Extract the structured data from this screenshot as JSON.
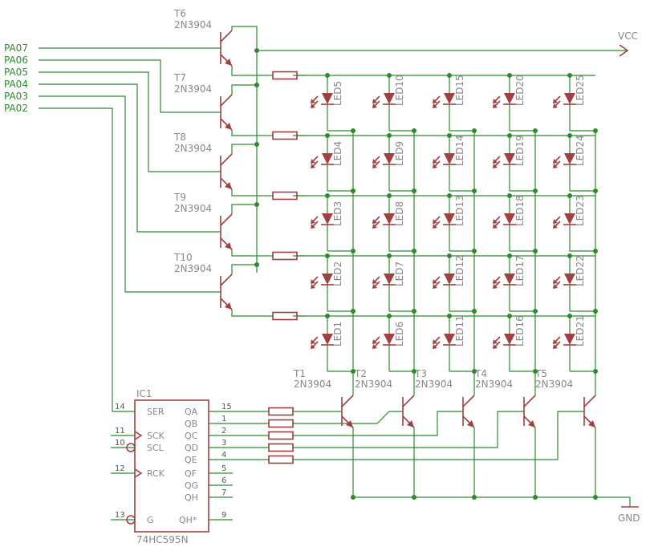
{
  "inputs": [
    "PA07",
    "PA06",
    "PA05",
    "PA04",
    "PA03",
    "PA02"
  ],
  "vcc_label": "VCC",
  "gnd_label": "GND",
  "row_transistors": [
    {
      "name": "T6",
      "type": "2N3904"
    },
    {
      "name": "T7",
      "type": "2N3904"
    },
    {
      "name": "T8",
      "type": "2N3904"
    },
    {
      "name": "T9",
      "type": "2N3904"
    },
    {
      "name": "T10",
      "type": "2N3904"
    }
  ],
  "col_transistors": [
    {
      "name": "T1",
      "type": "2N3904"
    },
    {
      "name": "T2",
      "type": "2N3904"
    },
    {
      "name": "T3",
      "type": "2N3904"
    },
    {
      "name": "T4",
      "type": "2N3904"
    },
    {
      "name": "T5",
      "type": "2N3904"
    }
  ],
  "led_grid": [
    [
      "LED5",
      "LED10",
      "LED15",
      "LED20",
      "LED25"
    ],
    [
      "LED4",
      "LED9",
      "LED14",
      "LED19",
      "LED24"
    ],
    [
      "LED3",
      "LED8",
      "LED13",
      "LED18",
      "LED23"
    ],
    [
      "LED2",
      "LED7",
      "LED12",
      "LED17",
      "LED22"
    ],
    [
      "LED1",
      "LED6",
      "LED11",
      "LED16",
      "LED21"
    ]
  ],
  "ic": {
    "name": "IC1",
    "part": "74HC595N",
    "left_pins": [
      {
        "label": "SER",
        "num": "14"
      },
      {
        "label": "SCK",
        "num": "11"
      },
      {
        "label": "SCL",
        "num": "10"
      },
      {
        "label": "RCK",
        "num": "12"
      },
      {
        "label": "G",
        "num": "13"
      }
    ],
    "right_pins": [
      {
        "label": "QA",
        "num": "15"
      },
      {
        "label": "QB",
        "num": "1"
      },
      {
        "label": "QC",
        "num": "2"
      },
      {
        "label": "QD",
        "num": "3"
      },
      {
        "label": "QE",
        "num": "4"
      },
      {
        "label": "QF",
        "num": "5"
      },
      {
        "label": "QG",
        "num": "6"
      },
      {
        "label": "QH",
        "num": "7"
      },
      {
        "label": "QH*",
        "num": "9"
      }
    ]
  }
}
